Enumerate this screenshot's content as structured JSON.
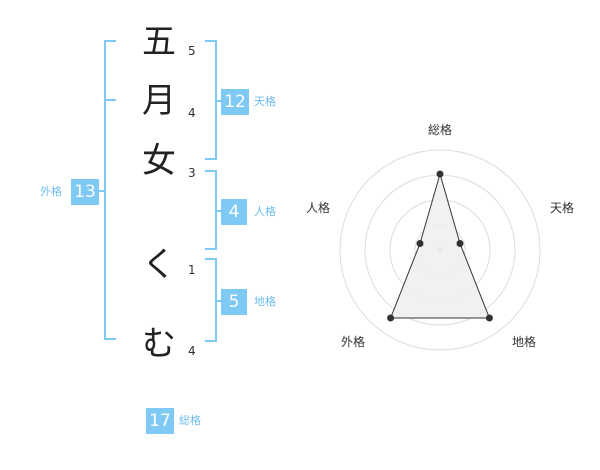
{
  "name": {
    "characters": [
      {
        "char": "五",
        "strokes": "5"
      },
      {
        "char": "月",
        "strokes": "4"
      },
      {
        "char": "女",
        "strokes": "3"
      },
      {
        "char": "く",
        "strokes": "1"
      },
      {
        "char": "む",
        "strokes": "4"
      }
    ]
  },
  "fortune": {
    "tenkaku": {
      "value": "12",
      "label": "天格"
    },
    "jinkaku": {
      "value": "4",
      "label": "人格"
    },
    "chikaku": {
      "value": "5",
      "label": "地格"
    },
    "gaikaku": {
      "value": "13",
      "label": "外格"
    },
    "soukaku": {
      "value": "17",
      "label": "総格"
    }
  },
  "colors": {
    "accent": "#7fc9f5",
    "accent_text": "#6fbdf0",
    "radar_fill": "#eeeeee",
    "radar_line": "#333333",
    "grid": "#dddddd"
  },
  "chart_data": {
    "type": "radar",
    "axes": [
      "総格",
      "天格",
      "地格",
      "外格",
      "人格"
    ],
    "values": [
      0.76,
      0.21,
      0.84,
      0.84,
      0.21
    ],
    "range": [
      0,
      1
    ],
    "rings": 4
  }
}
